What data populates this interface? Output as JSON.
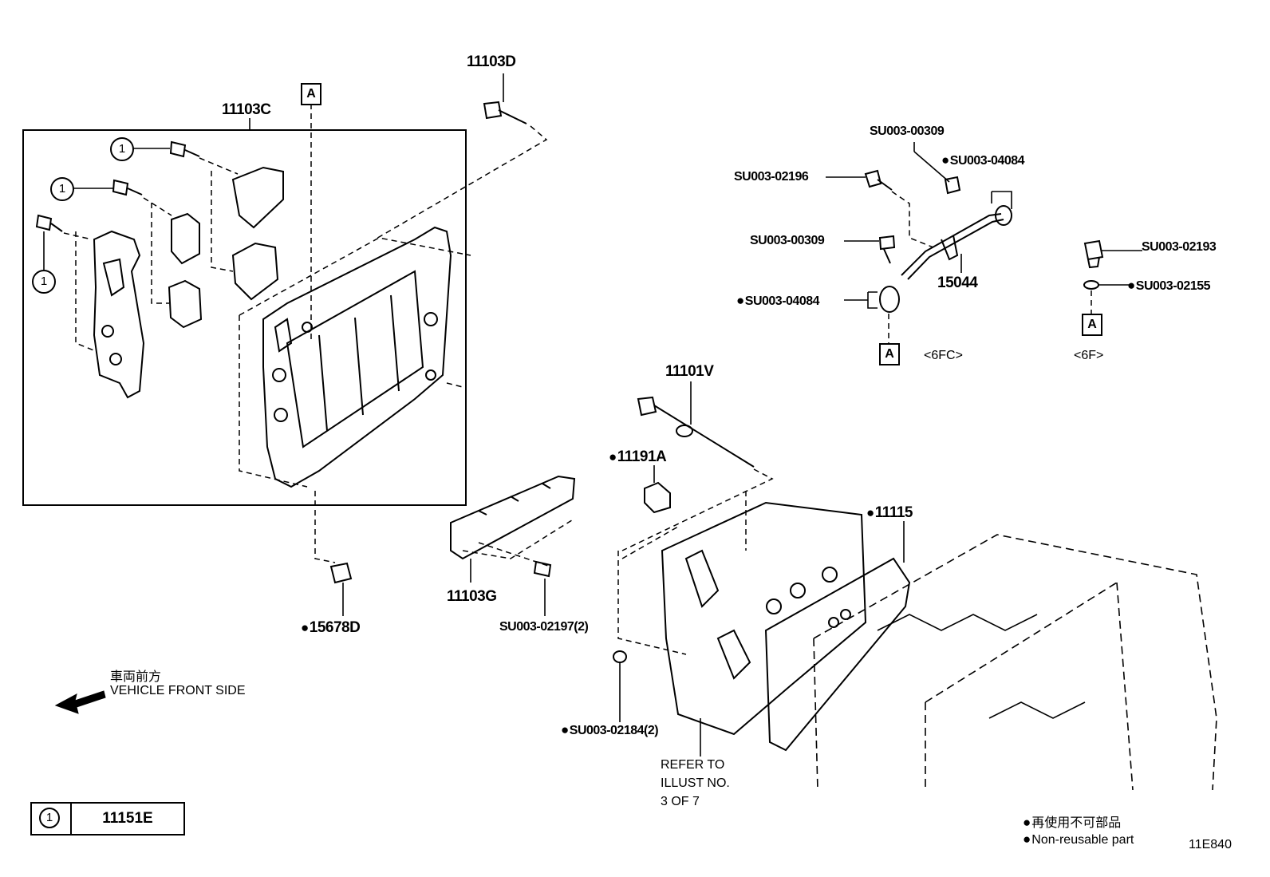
{
  "parts": {
    "p11103D": "11103D",
    "p11103C": "11103C",
    "p11101V": "11101V",
    "p11191A": "11191A",
    "p11115": "11115",
    "p11103G": "11103G",
    "p15678D": "15678D",
    "p15044": "15044",
    "su00309a": "SU003-00309",
    "su04084a": "SU003-04084",
    "su02196": "SU003-02196",
    "su00309b": "SU003-00309",
    "su04084b": "SU003-04084",
    "su02193": "SU003-02193",
    "su02155": "SU003-02155",
    "su02197": "SU003-02197(2)",
    "su02184": "SU003-02184(2)"
  },
  "markers": {
    "ref_a": "A",
    "circle_one": "1",
    "variant_6fc": "<6FC>",
    "variant_6f": "<6F>"
  },
  "direction": {
    "jp": "車両前方",
    "en": "VEHICLE FRONT SIDE"
  },
  "refer": {
    "line1": "REFER TO",
    "line2": "ILLUST NO.",
    "line3": "3 OF 7"
  },
  "legend_table": {
    "symbol": "1",
    "part": "11151E"
  },
  "legend": {
    "jp": "再使用不可部品",
    "en": "Non-reusable part"
  },
  "illustration_id": "11E840"
}
